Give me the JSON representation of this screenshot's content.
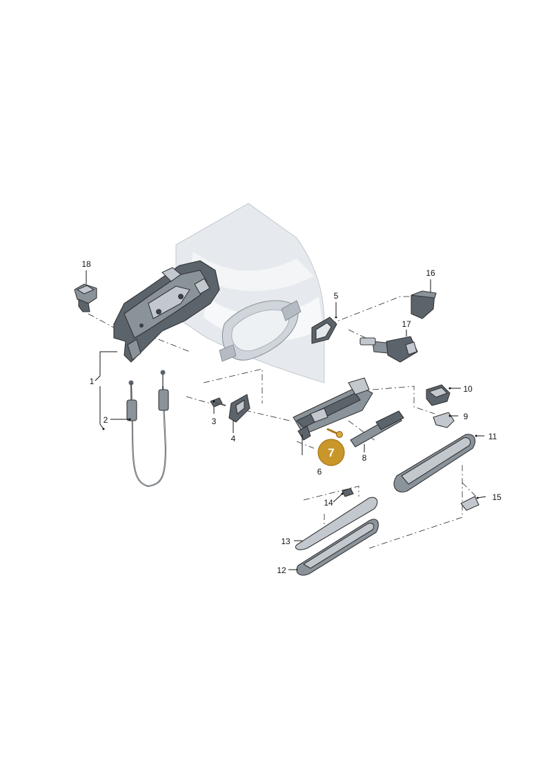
{
  "diagram": {
    "callouts": [
      {
        "id": "1",
        "label": "1"
      },
      {
        "id": "2",
        "label": "2"
      },
      {
        "id": "3",
        "label": "3"
      },
      {
        "id": "4",
        "label": "4"
      },
      {
        "id": "5",
        "label": "5"
      },
      {
        "id": "6",
        "label": "6"
      },
      {
        "id": "7",
        "label": "7"
      },
      {
        "id": "8",
        "label": "8"
      },
      {
        "id": "9",
        "label": "9"
      },
      {
        "id": "10",
        "label": "10"
      },
      {
        "id": "11",
        "label": "11"
      },
      {
        "id": "12",
        "label": "12"
      },
      {
        "id": "13",
        "label": "13"
      },
      {
        "id": "14",
        "label": "14"
      },
      {
        "id": "15",
        "label": "15"
      },
      {
        "id": "16",
        "label": "16"
      },
      {
        "id": "17",
        "label": "17"
      },
      {
        "id": "18",
        "label": "18"
      }
    ],
    "highlighted": "7",
    "colors": {
      "highlight": "#c9962a",
      "highlight_stroke": "#a8781c",
      "panel": "#e3e7eb",
      "part_dark": "#5b636b",
      "part_mid": "#8a929a",
      "part_light": "#c2c8ce"
    }
  }
}
